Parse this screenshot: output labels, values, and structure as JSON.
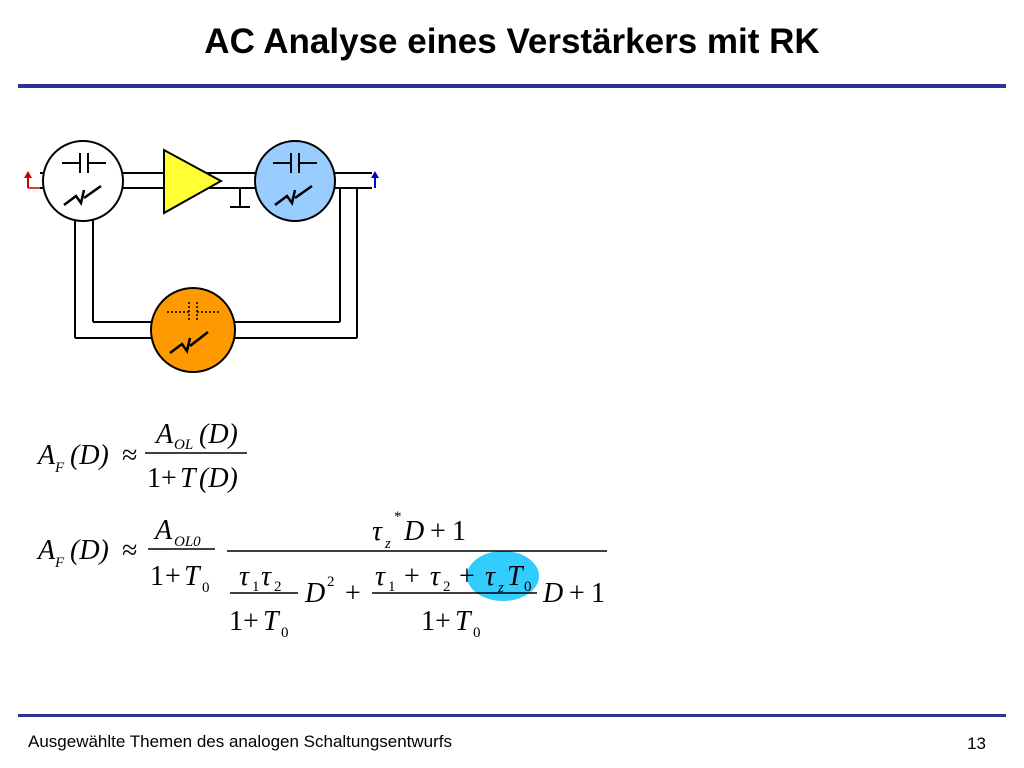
{
  "slide": {
    "title": "AC Analyse eines Verstärkers mit RK",
    "footer": "Ausgewählte Themen des analogen Schaltungsentwurfs",
    "page_number": "13"
  },
  "diagram": {
    "blocks": [
      {
        "name": "input-network",
        "fill": "#ffffff",
        "icons": [
          "capacitor-icon",
          "resistor-icon"
        ]
      },
      {
        "name": "amplifier",
        "fill": "#ffff33",
        "icons": [
          "triangle-amplifier-icon"
        ]
      },
      {
        "name": "output-network",
        "fill": "#99ccff",
        "icons": [
          "capacitor-icon",
          "resistor-icon"
        ]
      },
      {
        "name": "feedback-network",
        "fill": "#ff9900",
        "icons": [
          "capacitor-icon",
          "resistor-icon"
        ]
      }
    ],
    "input_arrow_color": "#cc0000",
    "output_arrow_color": "#0000cc"
  },
  "equations": {
    "eq1": {
      "lhs_A": "A",
      "lhs_sub": "F",
      "lhs_arg": "(D)",
      "approx": "≈",
      "num_A": "A",
      "num_sub": "OL",
      "num_arg": "(D)",
      "den_one": "1",
      "den_plus": "+",
      "den_T": "T",
      "den_arg": "(D)"
    },
    "eq2": {
      "lhs_A": "A",
      "lhs_sub": "F",
      "lhs_arg": "(D)",
      "approx": "≈",
      "a_A": "A",
      "a_sub": "OL0",
      "a_den_one": "1",
      "a_den_plus": "+",
      "a_den_T": "T",
      "a_den_sub": "0",
      "num_tau": "τ",
      "num_tau_sub": "z",
      "num_star": "*",
      "num_D": "D",
      "num_plus": "+",
      "num_one": "1",
      "t1_tau1": "τ",
      "t1_sub1": "1",
      "t1_tau2": "τ",
      "t1_sub2": "2",
      "t1_den_one": "1",
      "t1_den_plus": "+",
      "t1_den_T": "T",
      "t1_den_sub": "0",
      "D2": "D",
      "D2_exp": "2",
      "plus1": "+",
      "t2_tau1": "τ",
      "t2_sub1": "1",
      "t2_plus1": "+",
      "t2_tau2": "τ",
      "t2_sub2": "2",
      "t2_plus2": "+",
      "t2_tauz": "τ",
      "t2_subz": "z",
      "t2_T": "T",
      "t2_Tsub": "0",
      "t2_den_one": "1",
      "t2_den_plus": "+",
      "t2_den_T": "T",
      "t2_den_sub": "0",
      "tail_D": "D",
      "tail_plus": "+",
      "tail_one": "1",
      "highlight_color": "#33ccff"
    }
  }
}
